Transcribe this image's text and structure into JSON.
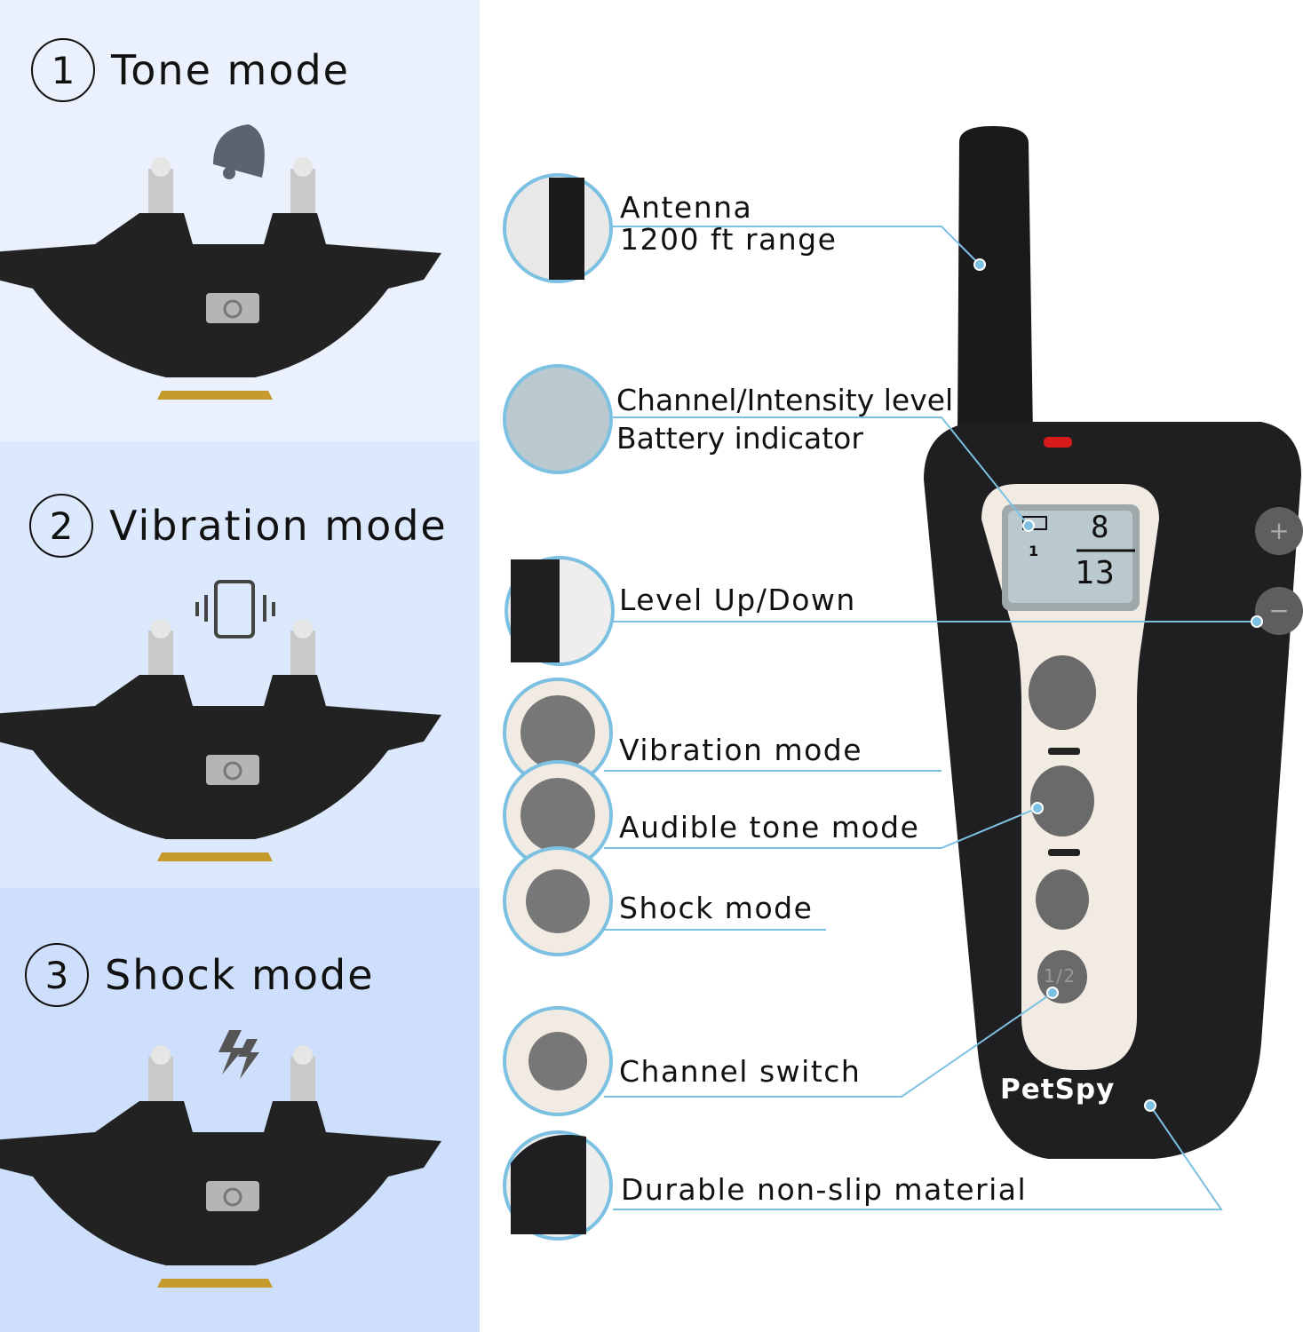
{
  "modes": [
    {
      "number": "1",
      "title": "Tone mode",
      "icon": "bell-icon"
    },
    {
      "number": "2",
      "title": "Vibration mode",
      "icon": "vibrating-phone-icon"
    },
    {
      "number": "3",
      "title": "Shock mode",
      "icon": "lightning-icon"
    }
  ],
  "callouts": {
    "antenna": [
      "Antenna",
      "1200 ft range"
    ],
    "lcd": [
      "Channel/Intensity level",
      "Battery indicator"
    ],
    "level": "Level Up/Down",
    "vibration": "Vibration mode",
    "tone": "Audible tone mode",
    "shock": "Shock mode",
    "channel": "Channel switch",
    "material": "Durable non-slip material"
  },
  "remote": {
    "brand": "PetSpy",
    "lcd_top": "8",
    "lcd_bottom": "13",
    "lcd_channel": "1",
    "button_channel": "1/2"
  },
  "colors": {
    "accent": "#7cc0e2",
    "band1": "#eaf1fc",
    "band2": "#dce8fb",
    "band3": "#cddffa",
    "body": "#1c1c1e",
    "face": "#f1ebe3",
    "lcd": "#b9c9ce"
  }
}
